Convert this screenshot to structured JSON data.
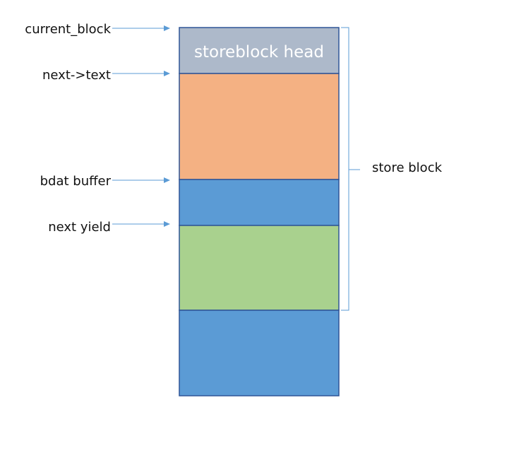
{
  "pointers": {
    "current_block": "current_block",
    "next_text": "next->text",
    "bdat_buffer": "bdat buffer",
    "next_yield": "next yield"
  },
  "blocks": {
    "head": "storeblock head"
  },
  "bracket_label": "store block",
  "colors": {
    "head": "#adb9ca",
    "orange": "#f4b183",
    "blue": "#5b9bd5",
    "green": "#a9d18e",
    "arrow": "#5b9bd5"
  }
}
